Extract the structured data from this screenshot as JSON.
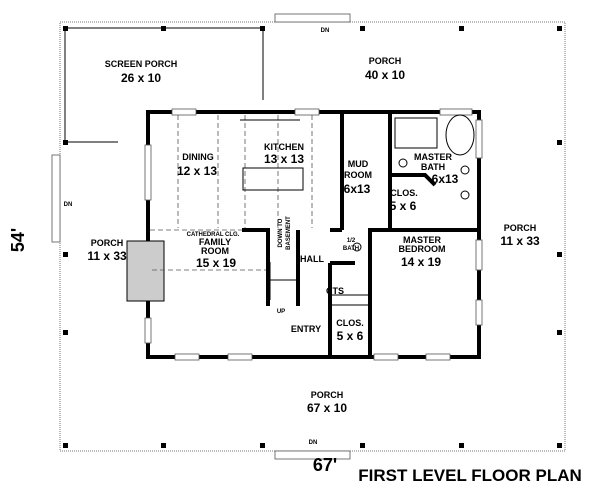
{
  "plan": {
    "title": "FIRST LEVEL FLOOR PLAN",
    "width_dim": "67'",
    "depth_dim": "54'",
    "stair_down_label": "DN",
    "stair_up_label": "UP",
    "rooms": [
      {
        "name": "SCREEN PORCH",
        "size": "26 x 10"
      },
      {
        "name": "PORCH",
        "size": "40 x 10"
      },
      {
        "name": "DINING",
        "size": "12 x 13"
      },
      {
        "name": "KITCHEN",
        "size": "13 x 13"
      },
      {
        "name": "MUD",
        "name2": "ROOM",
        "size": "6x13"
      },
      {
        "name": "MASTER",
        "name2": "BATH",
        "size": "6x13"
      },
      {
        "name": "CLOS.",
        "size": "5 x 6"
      },
      {
        "name": "PORCH",
        "size": "11 x 33"
      },
      {
        "name": "CATHEDRAL CLG.",
        "name2": "FAMILY",
        "name3": "ROOM",
        "size": "15 x 19"
      },
      {
        "name": "DOWN TO",
        "name2": "BASEMENT"
      },
      {
        "name": "HALL"
      },
      {
        "name": "1/2",
        "name2": "BATH"
      },
      {
        "name": "MASTER",
        "name2": "BEDROOM",
        "size": "14 x 19"
      },
      {
        "name": "PORCH",
        "size": "11 x 33"
      },
      {
        "name": "CTS"
      },
      {
        "name": "ENTRY"
      },
      {
        "name": "CLOS.",
        "size": "5 x 6"
      },
      {
        "name": "PORCH",
        "size": "67 x 10"
      }
    ]
  }
}
